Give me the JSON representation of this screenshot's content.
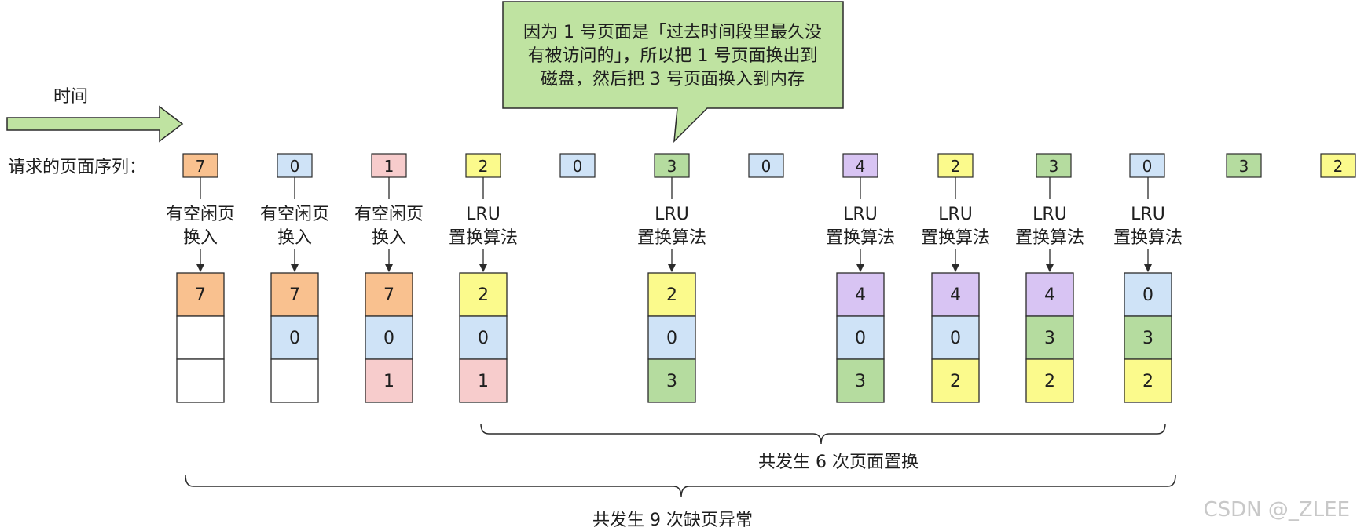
{
  "colors": {
    "7": "#f9c18f",
    "0": "#cfe3f7",
    "1": "#f7cccc",
    "2": "#fbfa8c",
    "3": "#b5dc9f",
    "4": "#d8c4f3",
    "empty": "#ffffff",
    "arrow_fill": "#bfe3a1",
    "callout_fill": "#bfe3a1",
    "stroke": "#2b2b2b"
  },
  "time_label": "时间",
  "sequence_label": "请求的页面序列：",
  "sequence": [
    "7",
    "0",
    "1",
    "2",
    "0",
    "3",
    "0",
    "4",
    "2",
    "3",
    "0",
    "3",
    "2"
  ],
  "steps": [
    {
      "seq_index": 0,
      "label_lines": [
        "有空闲页",
        "换入"
      ],
      "frames": [
        "7",
        "",
        ""
      ]
    },
    {
      "seq_index": 1,
      "label_lines": [
        "有空闲页",
        "换入"
      ],
      "frames": [
        "7",
        "0",
        ""
      ]
    },
    {
      "seq_index": 2,
      "label_lines": [
        "有空闲页",
        "换入"
      ],
      "frames": [
        "7",
        "0",
        "1"
      ]
    },
    {
      "seq_index": 3,
      "label_lines": [
        "LRU",
        "置换算法"
      ],
      "frames": [
        "2",
        "0",
        "1"
      ]
    },
    {
      "seq_index": 5,
      "label_lines": [
        "LRU",
        "置换算法"
      ],
      "frames": [
        "2",
        "0",
        "3"
      ]
    },
    {
      "seq_index": 7,
      "label_lines": [
        "LRU",
        "置换算法"
      ],
      "frames": [
        "4",
        "0",
        "3"
      ]
    },
    {
      "seq_index": 8,
      "label_lines": [
        "LRU",
        "置换算法"
      ],
      "frames": [
        "4",
        "0",
        "2"
      ]
    },
    {
      "seq_index": 9,
      "label_lines": [
        "LRU",
        "置换算法"
      ],
      "frames": [
        "4",
        "3",
        "2"
      ]
    },
    {
      "seq_index": 10,
      "label_lines": [
        "LRU",
        "置换算法"
      ],
      "frames": [
        "0",
        "3",
        "2"
      ]
    }
  ],
  "callout_lines": [
    "因为 1 号页面是「过去时间段里最久没",
    "有被访问的」，所以把 1 号页面换出到",
    "磁盘，然后把 3 号页面换入到内存"
  ],
  "replacement_summary": "共发生 6 次页面置换",
  "fault_summary": "共发生 9 次缺页异常",
  "watermark": "CSDN @_ZLEE"
}
